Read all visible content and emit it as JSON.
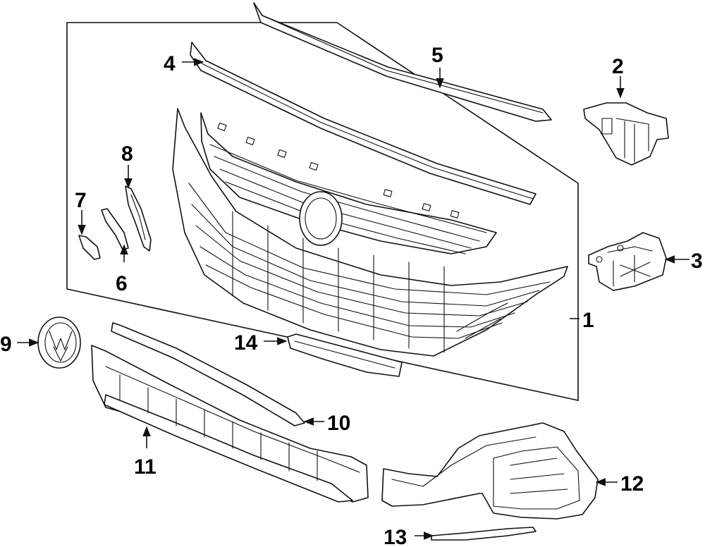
{
  "diagram": {
    "callouts": [
      {
        "id": "c1",
        "label": "1"
      },
      {
        "id": "c2",
        "label": "2"
      },
      {
        "id": "c3",
        "label": "3"
      },
      {
        "id": "c4",
        "label": "4"
      },
      {
        "id": "c5",
        "label": "5"
      },
      {
        "id": "c6",
        "label": "6"
      },
      {
        "id": "c7",
        "label": "7"
      },
      {
        "id": "c8",
        "label": "8"
      },
      {
        "id": "c9",
        "label": "9"
      },
      {
        "id": "c10",
        "label": "10"
      },
      {
        "id": "c11",
        "label": "11"
      },
      {
        "id": "c12",
        "label": "12"
      },
      {
        "id": "c13",
        "label": "13"
      },
      {
        "id": "c14",
        "label": "14"
      }
    ],
    "colors": {
      "line": "#111111",
      "background": "#ffffff"
    }
  }
}
